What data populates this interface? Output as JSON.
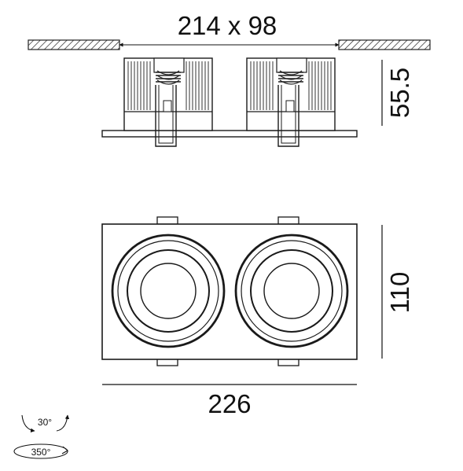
{
  "dimensions": {
    "cutout": "214 x 98",
    "depth": "55.5",
    "height": "110",
    "width": "226"
  },
  "rotation": {
    "tilt": "30°",
    "pan": "350°"
  }
}
